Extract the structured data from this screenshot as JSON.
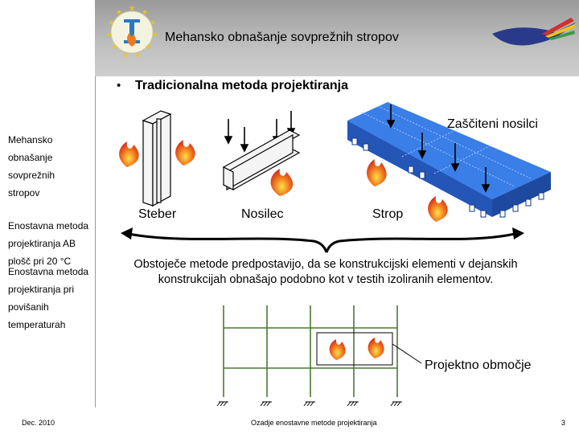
{
  "header": {
    "title": "Mehansko obnašanje sovprežnih stropov"
  },
  "content": {
    "bullet_symbol": "•",
    "subtitle": "Tradicionalna metoda projektiranja",
    "labels": {
      "protected_beams": "Zaščiteni nosilci",
      "column": "Steber",
      "beam": "Nosilec",
      "floor": "Strop",
      "design_domain": "Projektno območje"
    },
    "description": "Obstoječe metode predpostavijo, da se konstrukcijski elementi v dejanskih konstrukcijah obnašajo podobno kot v testih izoliranih elementov."
  },
  "sidebar": {
    "items": [
      {
        "lines": [
          "Mehansko",
          "obnašanje",
          "sovprežnih",
          "stropov"
        ]
      },
      {
        "lines": [
          "Enostavna metoda",
          "projektiranja AB",
          "plošč pri 20 °C"
        ]
      },
      {
        "lines": [
          "Enostavna metoda",
          "projektiranja pri",
          "povišanih",
          "temperaturah"
        ]
      }
    ]
  },
  "footer": {
    "date": "Dec. 2010",
    "center": "Ozadje enostavne metode projektiranja",
    "page": "3"
  },
  "colors": {
    "slab_blue": "#2f6fe0",
    "header_gray": "#b0b0b0",
    "flame_orange": "#f07a1e",
    "frame_green": "#4a7a30"
  }
}
